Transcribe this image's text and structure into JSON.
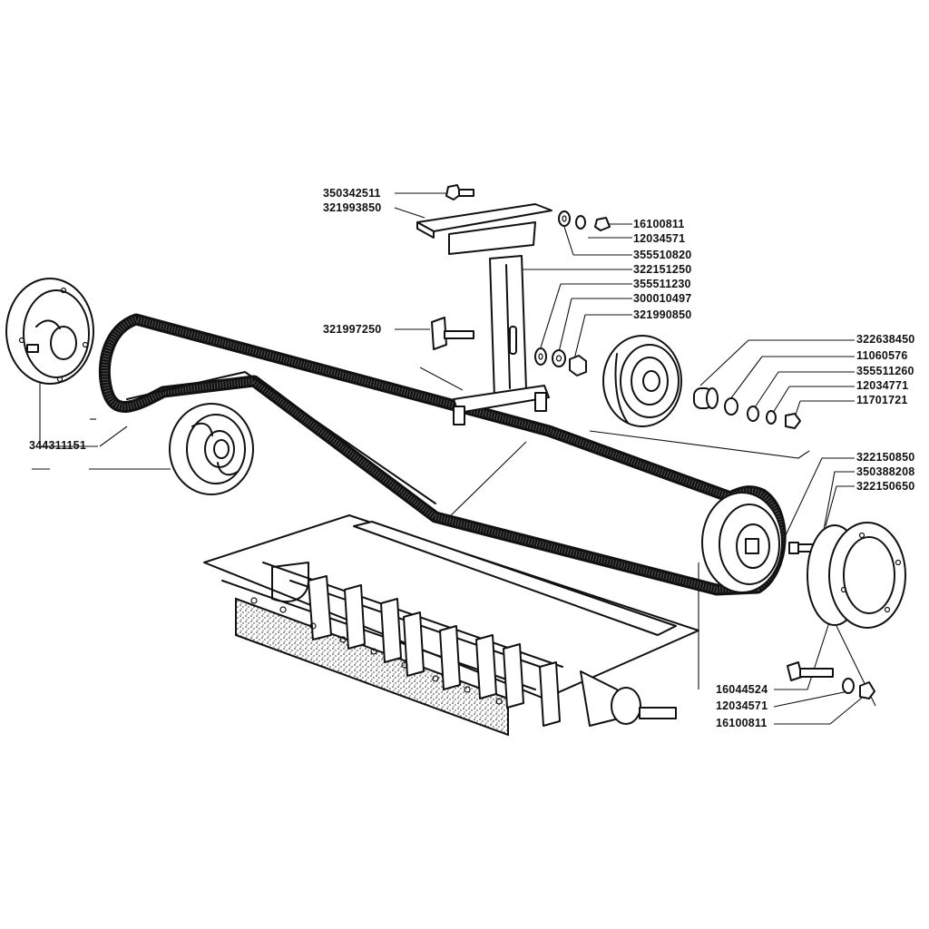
{
  "labels": {
    "p_350342511": "350342511",
    "p_321993850": "321993850",
    "p_16100811_top": "16100811",
    "p_12034571_top": "12034571",
    "p_355510820": "355510820",
    "p_322151250": "322151250",
    "p_355511230": "355511230",
    "p_300010497": "300010497",
    "p_321990850": "321990850",
    "p_321997250": "321997250",
    "p_322638450": "322638450",
    "p_11060576": "11060576",
    "p_355511260": "355511260",
    "p_12034771": "12034771",
    "p_11701721": "11701721",
    "p_344311151": "344311151",
    "p_322150850": "322150850",
    "p_350388208": "350388208",
    "p_322150650": "322150650",
    "p_16044524": "16044524",
    "p_12034571_bottom": "12034571",
    "p_16100811_bottom": "16100811"
  }
}
